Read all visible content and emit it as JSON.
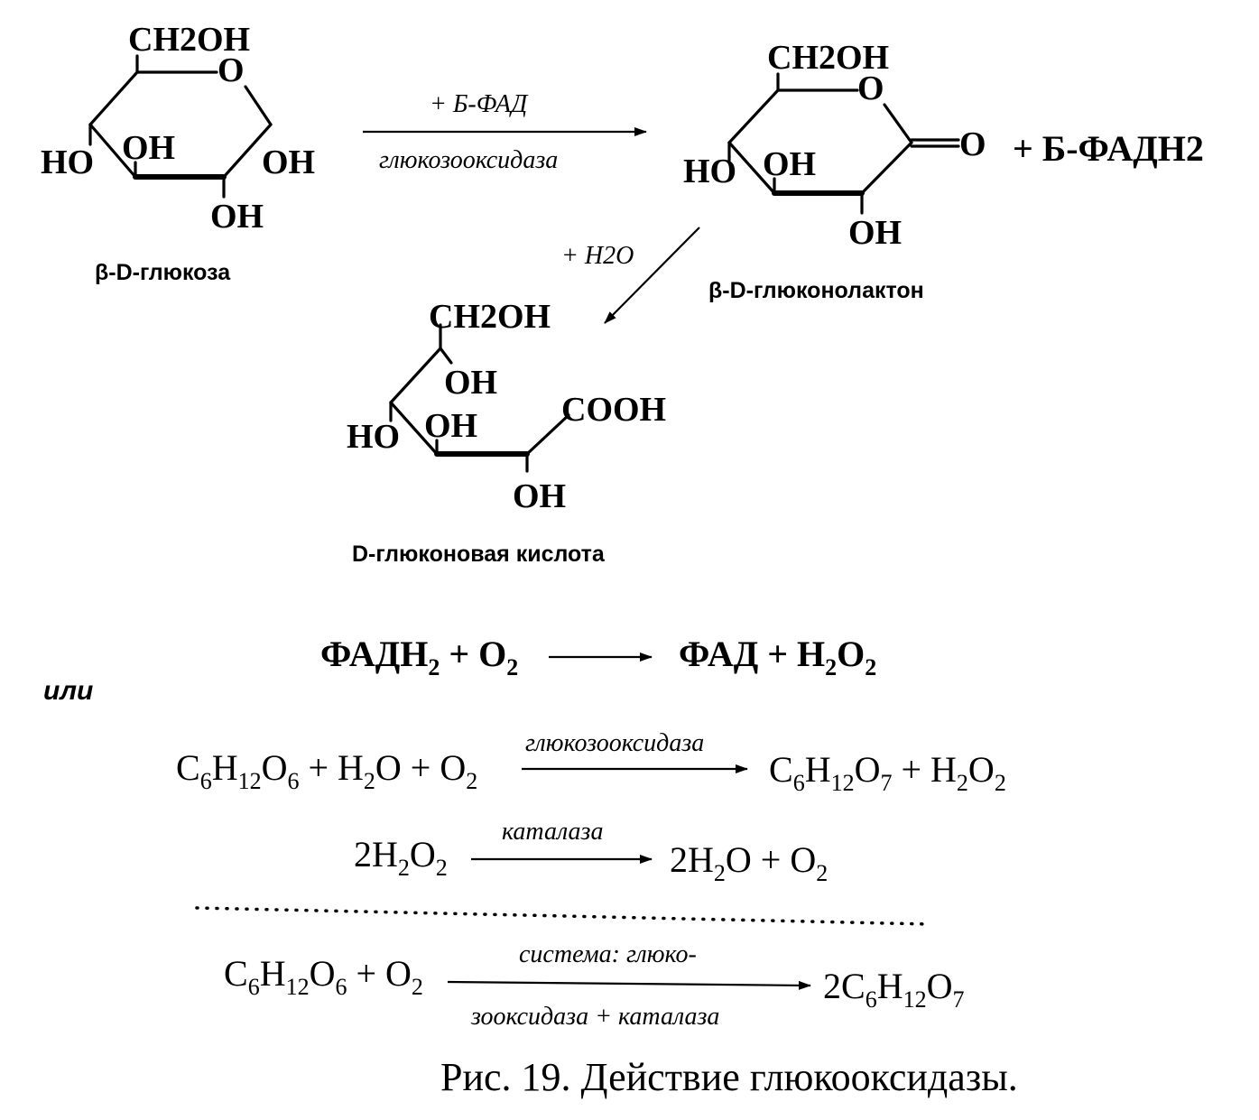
{
  "structures": {
    "glucose": {
      "caption": "β-D-глюкоза",
      "groups": {
        "ch2oh": "CH2OH",
        "ring_o": "O",
        "ho_left": "HO",
        "oh_c3": "OH",
        "oh_c1": "OH",
        "oh_c2": "OH"
      }
    },
    "gluconolactone": {
      "caption": "β-D-глюконолактон",
      "groups": {
        "ch2oh": "CH2OH",
        "ring_o": "O",
        "carbonyl_o": "O",
        "ho_left": "HO",
        "oh_c3": "OH",
        "oh_c2": "OH"
      }
    },
    "gluconic_acid": {
      "caption": "D-глюконовая кислота",
      "groups": {
        "ch2oh": "CH2OH",
        "oh_c5": "OH",
        "ho_left": "HO",
        "oh_c3": "OH",
        "cooh": "COOH",
        "oh_c2": "OH"
      }
    }
  },
  "reactions": {
    "step1": {
      "reagent": "+ Б-ФАД",
      "enzyme": "глюкозооксидаза",
      "byproduct": "+ Б-ФАДН2"
    },
    "step2": {
      "reagent": "+ H2O"
    },
    "fad_regeneration": "ФАДН2 + O2 ⟶ ФАД + H2O2",
    "or_word": "или",
    "overall1": {
      "enzyme": "глюкозооксидаза",
      "equation": "C6H12O6 + H2O + O2 ⟶ C6H12O7 + H2O2"
    },
    "catalase": {
      "enzyme": "каталаза",
      "equation": "2H2O2 ⟶ 2H2O + O2"
    },
    "combined": {
      "enzyme_line1": "система: глюко-",
      "enzyme_line2": "зооксидаза + каталаза",
      "equation": "C6H12O6 + O2 ⟶ 2C6H12O7"
    }
  },
  "figure_caption": "Рис. 19. Действие глюкооксидазы."
}
